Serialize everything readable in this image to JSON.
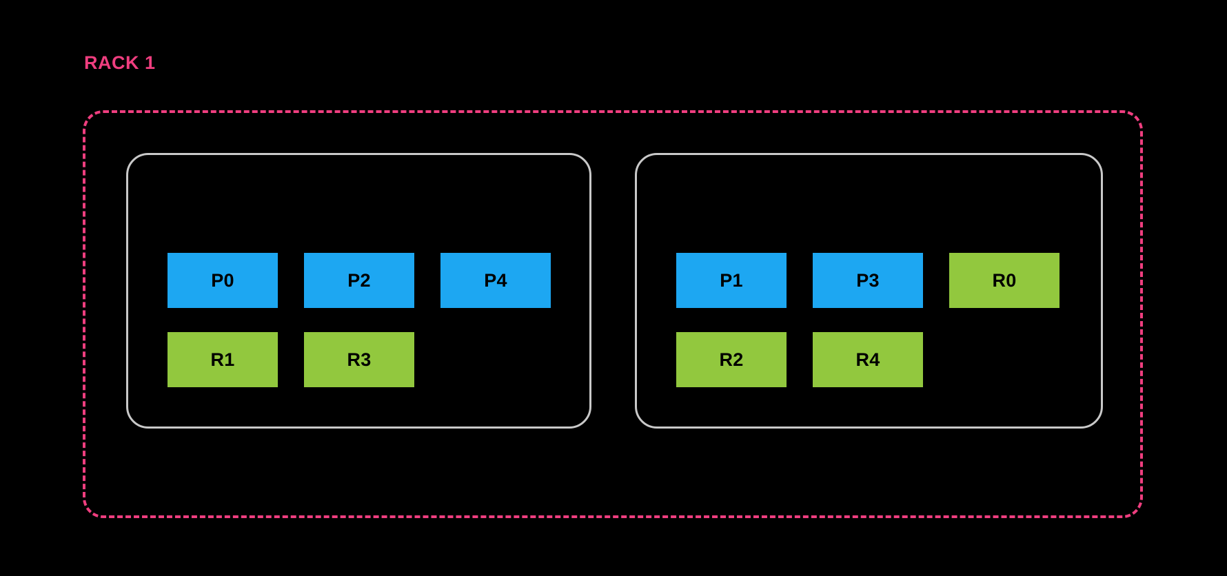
{
  "diagram": {
    "title": "RACK 1",
    "background_color": "#000000",
    "rack_boundary": {
      "style": "dashed",
      "color": "#ef3e7f",
      "label": "RACK 1"
    },
    "colors": {
      "rack_accent": "#ef3e7f",
      "node_border": "#c9c9c9",
      "primary_shard": "#1da7f2",
      "replica_shard": "#92c83e",
      "shard_text": "#000000"
    },
    "nodes": [
      {
        "name": "node-left",
        "rows": [
          {
            "name": "primary-row",
            "shards": [
              {
                "label": "P0",
                "kind": "primary"
              },
              {
                "label": "P2",
                "kind": "primary"
              },
              {
                "label": "P4",
                "kind": "primary"
              }
            ]
          },
          {
            "name": "replica-row",
            "shards": [
              {
                "label": "R1",
                "kind": "replica"
              },
              {
                "label": "R3",
                "kind": "replica"
              }
            ]
          }
        ]
      },
      {
        "name": "node-right",
        "rows": [
          {
            "name": "primary-row",
            "shards": [
              {
                "label": "P1",
                "kind": "primary"
              },
              {
                "label": "P3",
                "kind": "primary"
              },
              {
                "label": "R0",
                "kind": "replica"
              }
            ]
          },
          {
            "name": "replica-row",
            "shards": [
              {
                "label": "R2",
                "kind": "replica"
              },
              {
                "label": "R4",
                "kind": "replica"
              }
            ]
          }
        ]
      }
    ]
  }
}
